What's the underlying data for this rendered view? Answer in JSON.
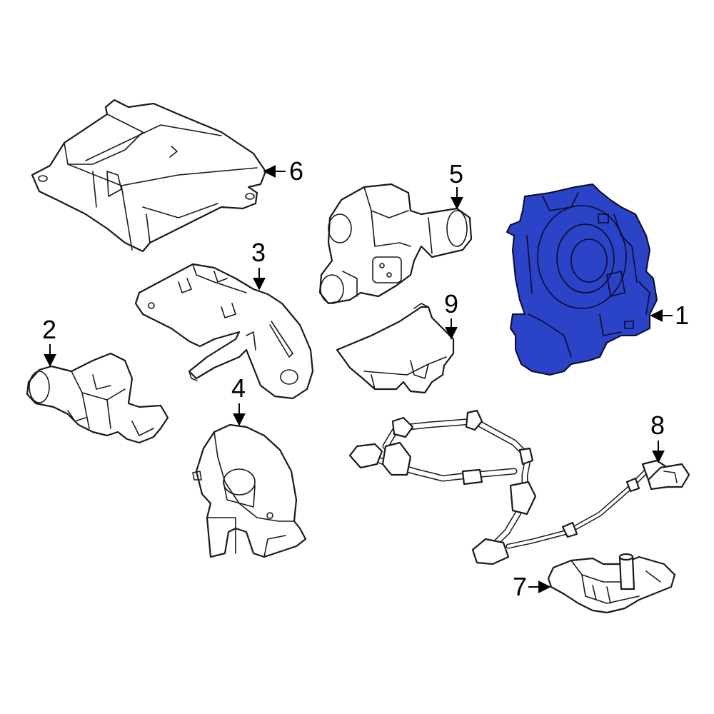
{
  "colors": {
    "highlight_fill": "#2b43c6",
    "line": "#1a1a1a",
    "background": "#ffffff"
  },
  "highlighted_part": "1",
  "callouts": [
    {
      "label": "1"
    },
    {
      "label": "2"
    },
    {
      "label": "3"
    },
    {
      "label": "4"
    },
    {
      "label": "5"
    },
    {
      "label": "6"
    },
    {
      "label": "7"
    },
    {
      "label": "8"
    },
    {
      "label": "9"
    }
  ]
}
